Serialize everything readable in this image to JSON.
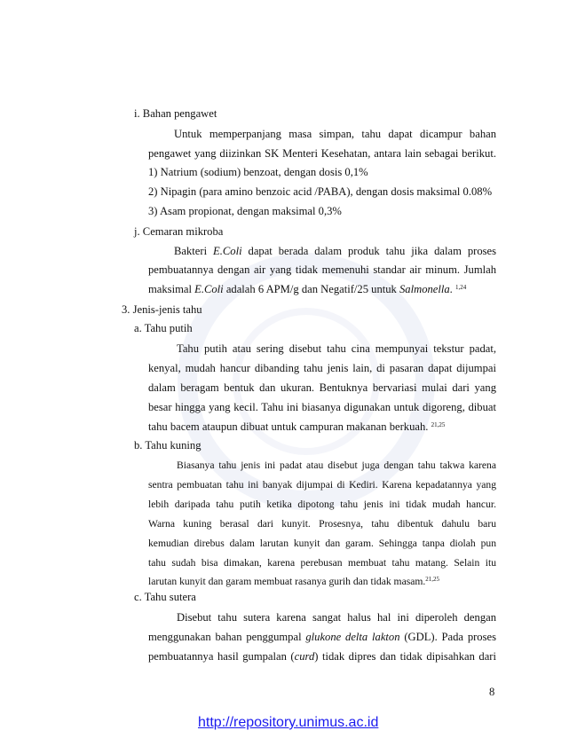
{
  "sections": {
    "i_heading": "i.  Bahan pengawet",
    "i_p1_l1": "Untuk memperpanjang masa simpan, tahu dapat dicampur bahan",
    "i_p1_l2": "pengawet yang diizinkan SK Menteri Kesehatan, antara lain sebagai berikut.",
    "i_list": [
      "1) Natrium (sodium) benzoat, dengan dosis 0,1%",
      "2) Nipagin (para amino benzoic acid /PABA), dengan dosis maksimal 0.08%",
      "3)  Asam propionat, dengan maksimal 0,3%"
    ],
    "j_heading": "j. Cemaran mikroba",
    "j_l1_a": "Bakteri ",
    "j_l1_i": "E.Coli",
    "j_l1_b": " dapat berada dalam produk tahu jika dalam proses",
    "j_l2": "pembuatannya dengan air yang tidak memenuhi standar air minum. Jumlah",
    "j_l3_a": "maksimal ",
    "j_l3_i1": "E.Coli",
    "j_l3_b": " adalah 6 APM/g dan Negatif/25 untuk ",
    "j_l3_i2": "Salmonella",
    "j_l3_c": ".",
    "j_l3_ref": "1,24",
    "s3_heading": "3.  Jenis-jenis tahu",
    "a_heading": "a.  Tahu putih",
    "a_lines": [
      "Tahu putih atau sering disebut tahu cina mempunyai tekstur padat,",
      "kenyal, mudah hancur dibanding tahu jenis lain, di pasaran dapat dijumpai",
      "dalam beragam bentuk dan ukuran. Bentuknya bervariasi mulai dari yang",
      "besar hingga yang kecil. Tahu ini biasanya digunakan untuk digoreng, dibuat"
    ],
    "a_last": "tahu bacem ataupun dibuat untuk campuran makanan berkuah.",
    "a_ref": "21,25",
    "b_heading": "b.  Tahu kuning",
    "b_lines": [
      "Biasanya tahu jenis ini padat atau disebut juga dengan tahu takwa karena",
      "sentra pembuatan tahu ini banyak dijumpai di Kediri. Karena kepadatannya yang",
      "lebih daripada tahu putih ketika dipotong tahu jenis ini tidak mudah hancur.",
      "Warna kuning berasal dari kunyit. Prosesnya, tahu dibentuk dahulu baru",
      "kemudian direbus dalam larutan kunyit dan garam. Sehingga tanpa diolah pun",
      "tahu sudah bisa dimakan, karena perebusan membuat tahu matang. Selain itu"
    ],
    "b_last": "larutan kunyit dan garam membuat rasanya gurih dan tidak masam.",
    "b_ref": "21,25",
    "c_heading": "c.  Tahu sutera",
    "c_l1": "Disebut tahu sutera karena sangat halus hal ini diperoleh dengan",
    "c_l2_a": "menggunakan bahan penggumpal ",
    "c_l2_i": "glukone delta lakton",
    "c_l2_b": " (GDL). Pada proses",
    "c_l3_a": "pembuatannya hasil gumpalan (",
    "c_l3_i": "curd",
    "c_l3_b": ") tidak dipres dan tidak dipisahkan dari"
  },
  "page_number": "8",
  "footer_url": "http://repository.unimus.ac.id"
}
